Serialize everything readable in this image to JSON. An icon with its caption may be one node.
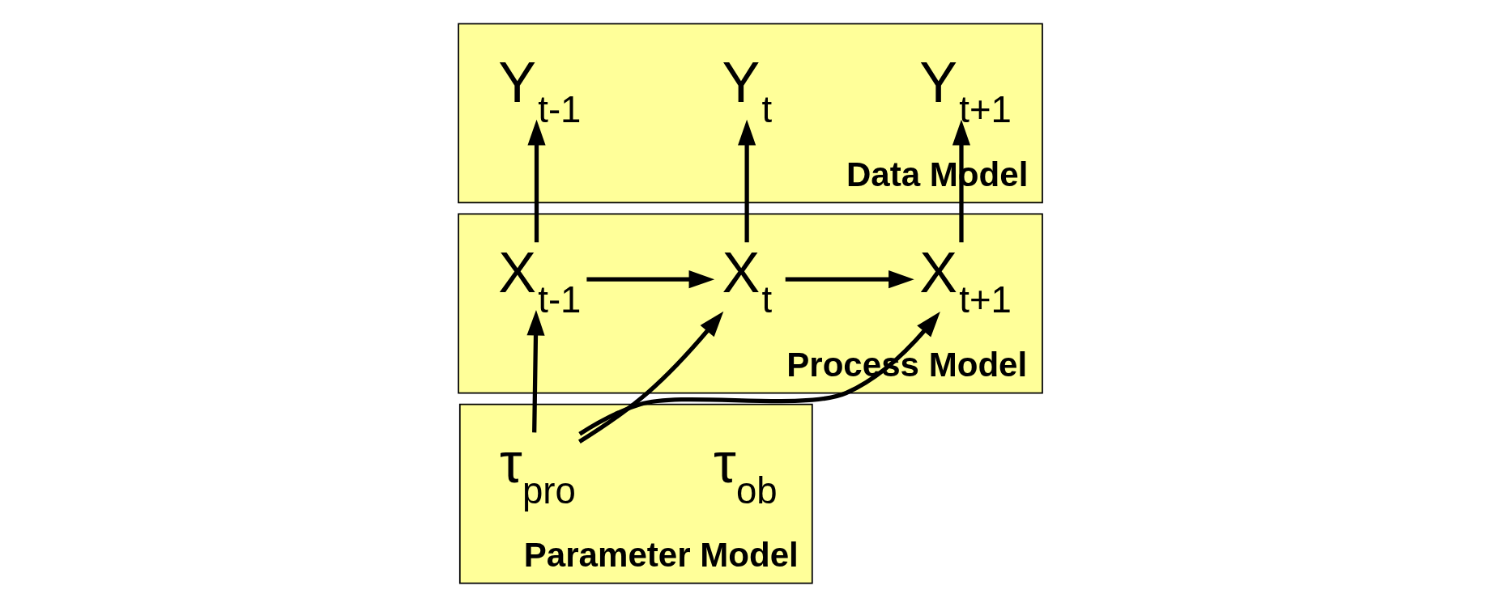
{
  "diagram": {
    "nodes": [
      {
        "text": [
          "Data Model"
        ]
      },
      {
        "text": [
          "Y$_{t-1}$"
        ],
        "in": 0
      },
      {
        "text": [
          "Y$_{t}$"
        ],
        "in": 0
      },
      {
        "text": [
          "Y$_{t+1}$"
        ],
        "in": 0
      },
      {
        "text": [
          "Process Model"
        ]
      },
      {
        "text": [
          "X$_{t-1}$"
        ],
        "in": 4
      },
      {
        "text": [
          "X$_{t}$"
        ],
        "in": 4
      },
      {
        "text": [
          "X$_{t+1}$"
        ],
        "in": 4
      },
      {
        "text": [
          "Parameter Model"
        ]
      },
      {
        "text": [
          "τ$_{ob}$"
        ],
        "in": 8
      },
      {
        "text": [
          "τ$_{pro}$"
        ],
        "in": 8
      }
    ],
    "edges": [
      {
        "from": 5,
        "to": 1,
        "arrow": "to"
      },
      {
        "from": 6,
        "to": 2,
        "arrow": "to"
      },
      {
        "from": 7,
        "to": 3,
        "arrow": "to"
      },
      {
        "from": 5,
        "to": 6,
        "arrow": "to"
      },
      {
        "from": 6,
        "to": 7,
        "arrow": "to"
      },
      {
        "from": 10,
        "to": 5,
        "arrow": "to"
      },
      {
        "from": 10,
        "to": 6,
        "arrow": "to"
      },
      {
        "from": 10,
        "to": 7,
        "arrow": "to"
      }
    ]
  }
}
